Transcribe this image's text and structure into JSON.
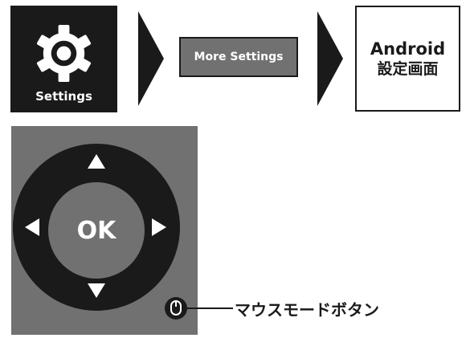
{
  "settings_tile": {
    "label": "Settings",
    "icon": "gear-icon"
  },
  "more_settings": {
    "label": "More Settings"
  },
  "android_screen": {
    "line1": "Android",
    "line2": "設定画面"
  },
  "remote": {
    "center_label": "OK",
    "icons": [
      "arrow-up-icon",
      "arrow-down-icon",
      "arrow-left-icon",
      "arrow-right-icon",
      "mouse-icon"
    ]
  },
  "mouse_mode": {
    "label": "マウスモードボタン"
  },
  "colors": {
    "dark": "#1a1a1a",
    "gray": "#717171",
    "white": "#ffffff"
  }
}
